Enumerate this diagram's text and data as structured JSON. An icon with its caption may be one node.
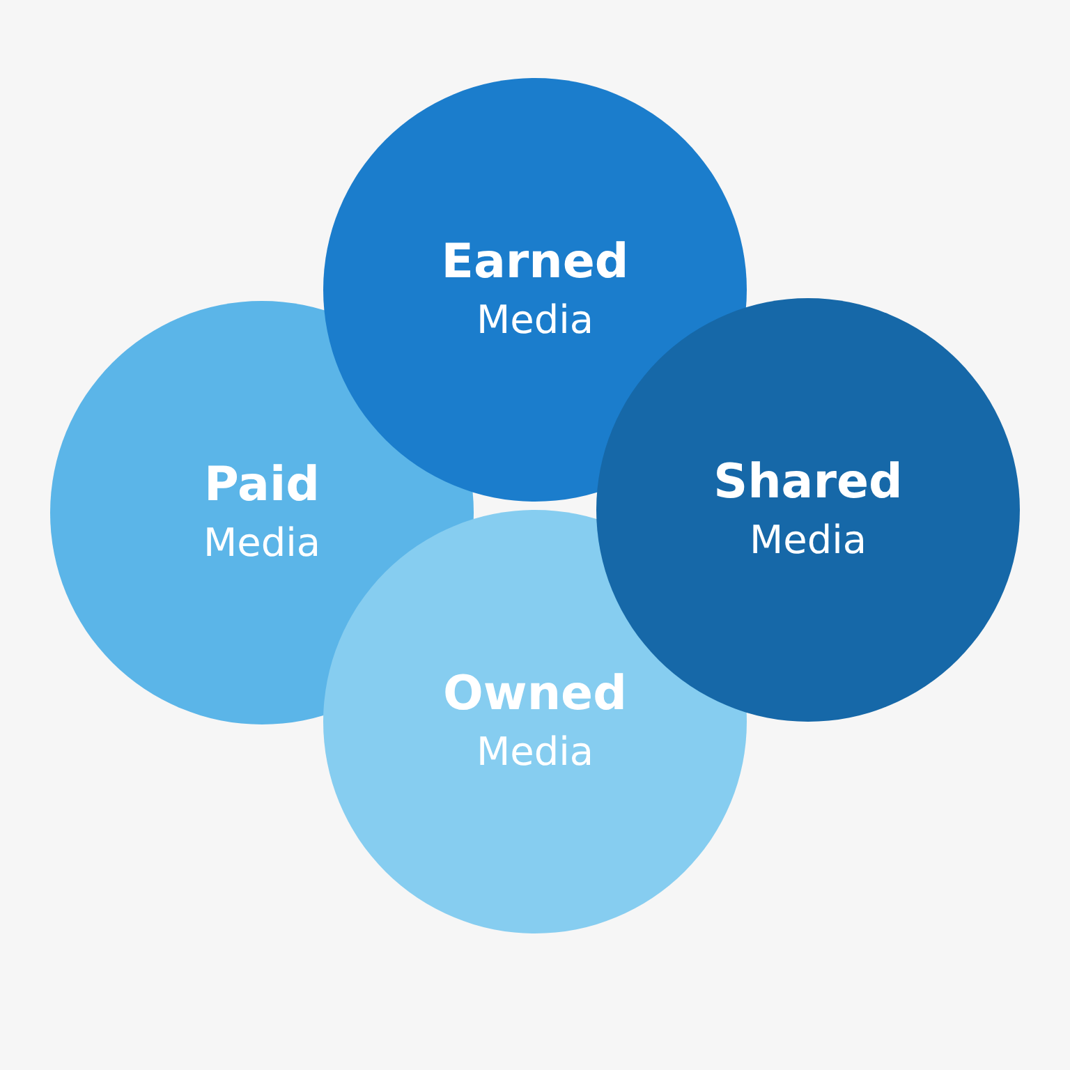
{
  "diagram": {
    "nodes": [
      {
        "text": [
          "Earned",
          "Media"
        ]
      },
      {
        "text": [
          "Paid",
          "Media"
        ]
      },
      {
        "text": [
          "Shared",
          "Media"
        ]
      },
      {
        "text": [
          "Owned",
          "Media"
        ]
      }
    ]
  }
}
